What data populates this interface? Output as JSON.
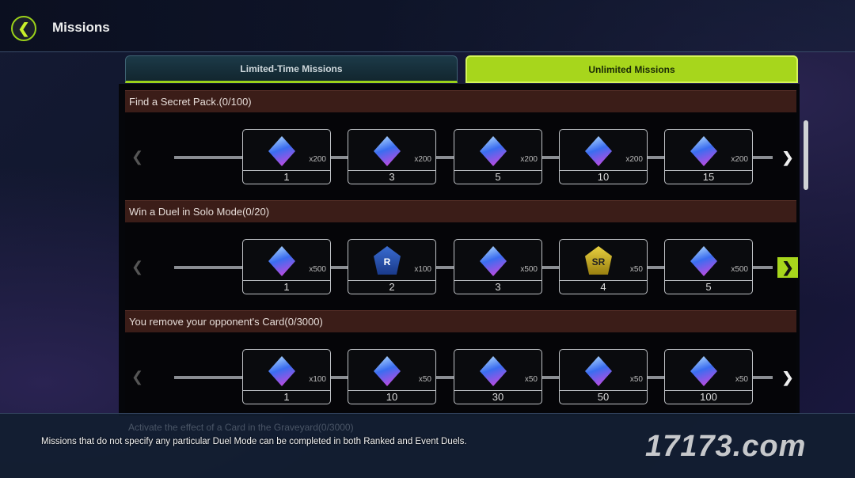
{
  "header": {
    "title": "Missions"
  },
  "tabs": [
    {
      "label": "Limited-Time Missions",
      "active": false
    },
    {
      "label": "Unlimited Missions",
      "active": true
    }
  ],
  "missions": [
    {
      "title": "Find a Secret Pack.(0/100)",
      "next_highlighted": false,
      "rewards": [
        {
          "icon": "gem",
          "qty": "x200",
          "step": "1"
        },
        {
          "icon": "gem",
          "qty": "x200",
          "step": "3"
        },
        {
          "icon": "gem",
          "qty": "x200",
          "step": "5"
        },
        {
          "icon": "gem",
          "qty": "x200",
          "step": "10"
        },
        {
          "icon": "gem",
          "qty": "x200",
          "step": "15"
        }
      ]
    },
    {
      "title": "Win a Duel in Solo Mode(0/20)",
      "next_highlighted": true,
      "rewards": [
        {
          "icon": "gem",
          "qty": "x500",
          "step": "1"
        },
        {
          "icon": "R",
          "qty": "x100",
          "step": "2"
        },
        {
          "icon": "gem",
          "qty": "x500",
          "step": "3"
        },
        {
          "icon": "SR",
          "qty": "x50",
          "step": "4"
        },
        {
          "icon": "gem",
          "qty": "x500",
          "step": "5"
        }
      ]
    },
    {
      "title": "You remove your opponent's Card(0/3000)",
      "next_highlighted": false,
      "rewards": [
        {
          "icon": "gem",
          "qty": "x100",
          "step": "1"
        },
        {
          "icon": "gem",
          "qty": "x50",
          "step": "10"
        },
        {
          "icon": "gem",
          "qty": "x50",
          "step": "30"
        },
        {
          "icon": "gem",
          "qty": "x50",
          "step": "50"
        },
        {
          "icon": "gem",
          "qty": "x50",
          "step": "100"
        }
      ]
    }
  ],
  "partial_mission_title": "Activate the effect of a Card in the Graveyard(0/3000)",
  "footer_note": "Missions that do not specify any particular Duel Mode can be completed in both Ranked and Event Duels.",
  "watermark": "17173.com"
}
